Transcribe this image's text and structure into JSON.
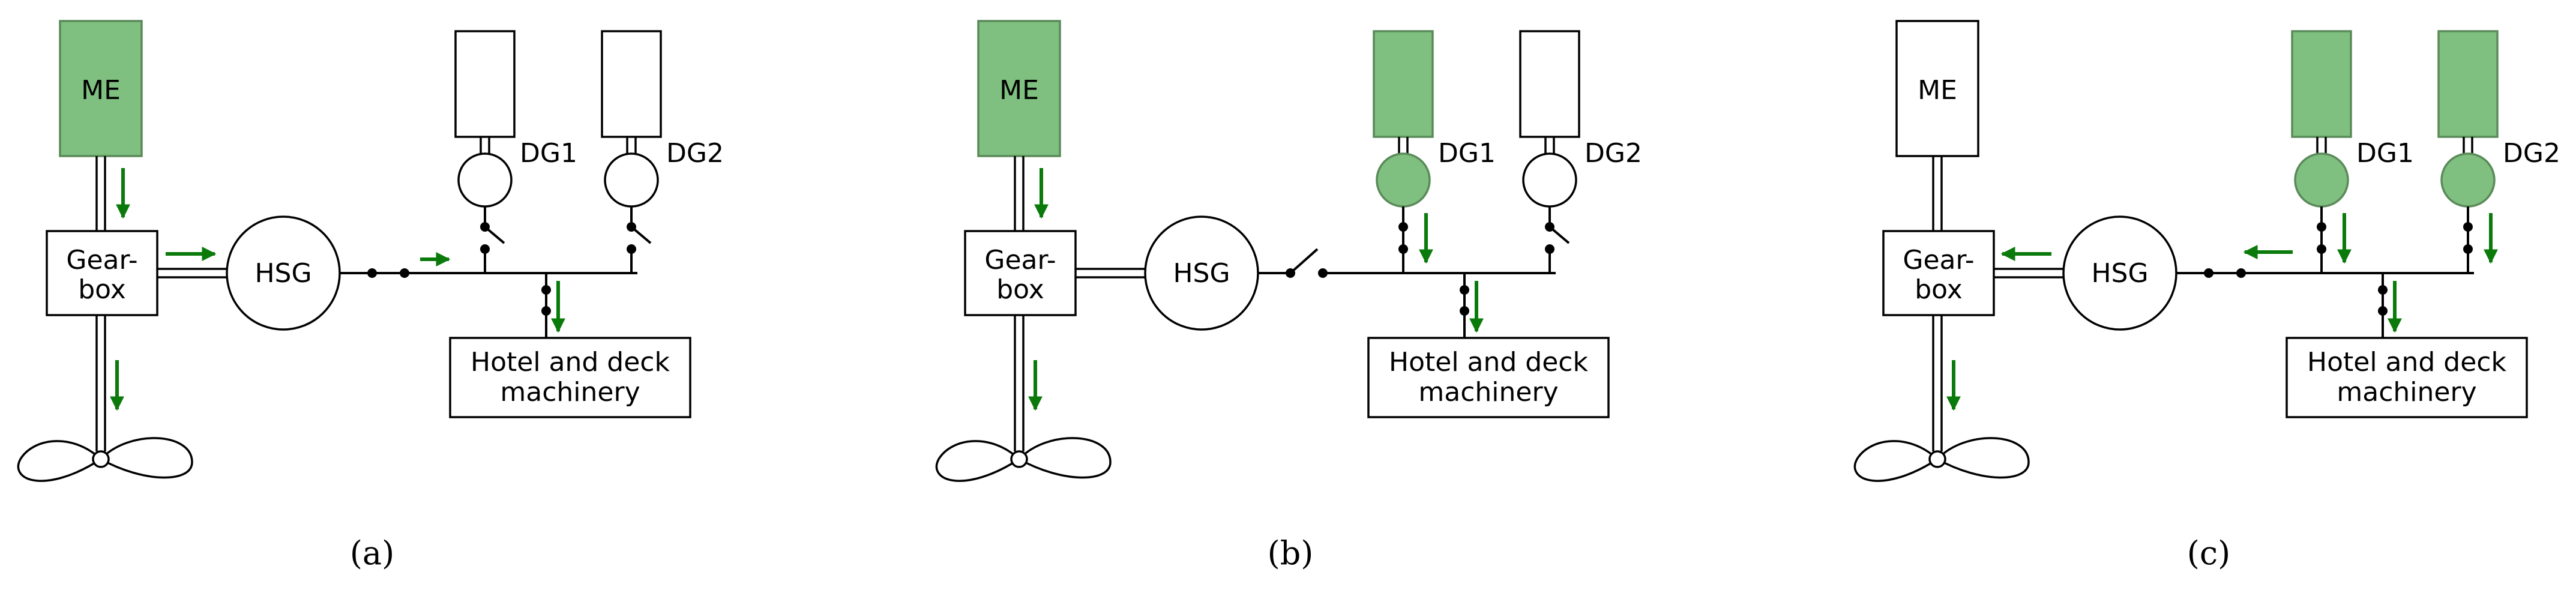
{
  "labels": {
    "main_engine": "ME",
    "gearbox_line1": "Gear-",
    "gearbox_line2": "box",
    "hsg": "HSG",
    "dg1": "DG1",
    "dg2": "DG2",
    "hotel_line1": "Hotel and deck",
    "hotel_line2": "machinery"
  },
  "colors": {
    "active_fill": "#7fbf7f",
    "active_stroke": "#5a8a5a",
    "line": "#000000",
    "arrow": "#0a7a0a",
    "background": "#ffffff"
  },
  "panels": [
    {
      "id": "a",
      "caption": "(a)",
      "me_active": true,
      "dg1_active": false,
      "dg2_active": false,
      "hsg_switch_closed": true,
      "dg1_switch_closed": false,
      "dg2_switch_closed": false,
      "power_to_hsg": "gearbox-to-hsg",
      "hsg_bus_flow": "to-bus",
      "dg1_flow": false,
      "dg2_flow": false
    },
    {
      "id": "b",
      "caption": "(b)",
      "me_active": true,
      "dg1_active": true,
      "dg2_active": false,
      "hsg_switch_closed": false,
      "dg1_switch_closed": true,
      "dg2_switch_closed": false,
      "power_to_hsg": "none",
      "hsg_bus_flow": "none",
      "dg1_flow": true,
      "dg2_flow": false
    },
    {
      "id": "c",
      "caption": "(c)",
      "me_active": false,
      "dg1_active": true,
      "dg2_active": true,
      "hsg_switch_closed": true,
      "dg1_switch_closed": true,
      "dg2_switch_closed": true,
      "power_to_hsg": "hsg-to-gearbox",
      "hsg_bus_flow": "to-hsg",
      "dg1_flow": true,
      "dg2_flow": true
    }
  ]
}
